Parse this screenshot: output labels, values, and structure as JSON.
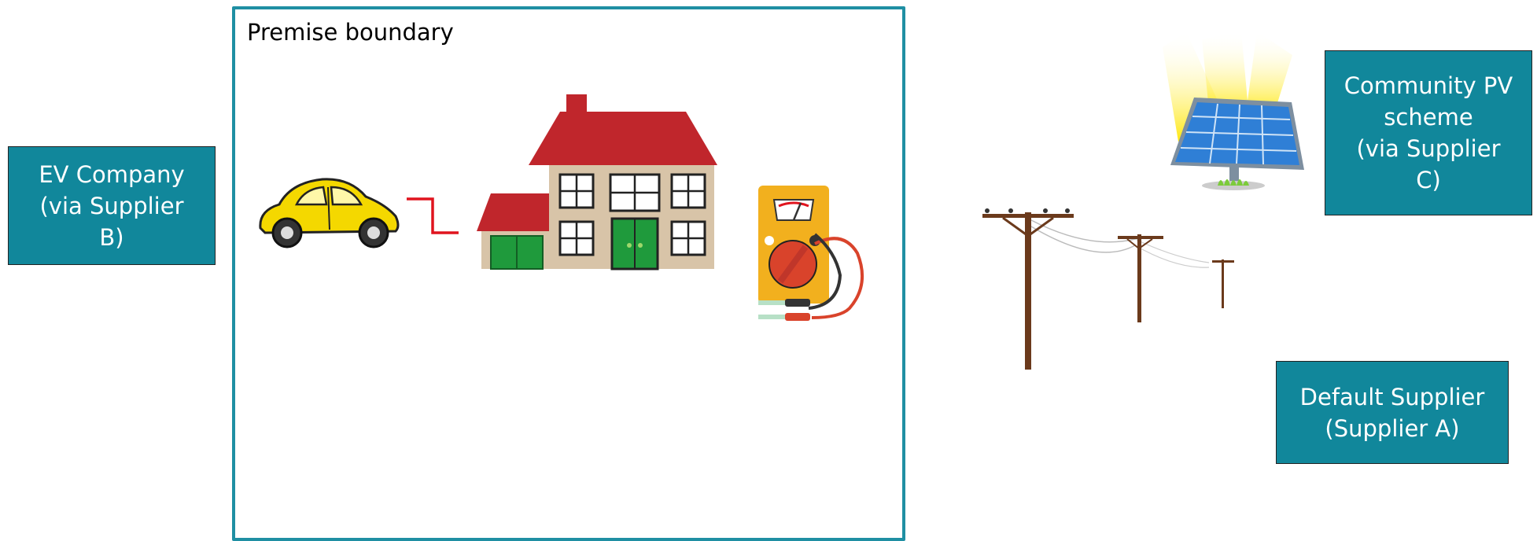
{
  "boundary": {
    "label": "Premise boundary"
  },
  "ev_box": {
    "text": "EV Company\n(via Supplier\nB)"
  },
  "pv_box": {
    "text": "Community PV\nscheme\n(via Supplier\nC)"
  },
  "default_box": {
    "text": "Default Supplier\n(Supplier A)"
  },
  "colors": {
    "teal_box": "#11879b",
    "boundary": "#1f8fa3",
    "car": "#f4d800",
    "roof": "#c0262c",
    "door": "#1f9a3c",
    "house_wall": "#d8c4a8",
    "meter": "#f2b01e",
    "connector": "#e0141e",
    "pole": "#6b3a1c"
  },
  "icons": [
    "car-icon",
    "house-icon",
    "multimeter-icon",
    "power-lines-icon",
    "solar-panel-icon"
  ]
}
